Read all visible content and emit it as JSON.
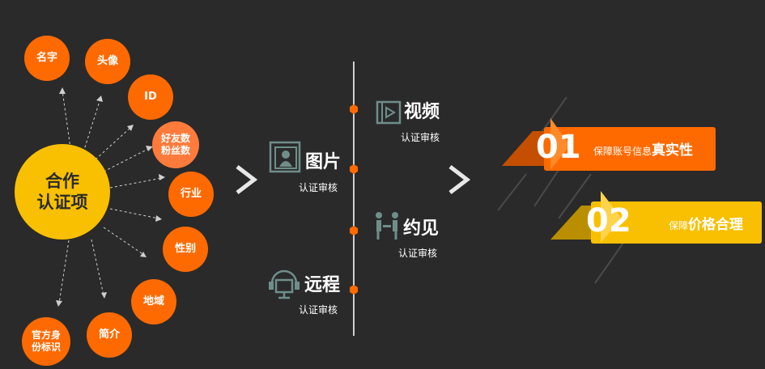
{
  "center": {
    "label": "合作\n认证项"
  },
  "items": [
    {
      "label": "名字"
    },
    {
      "label": "头像"
    },
    {
      "label": "ID"
    },
    {
      "label": "好友数\n粉丝数"
    },
    {
      "label": "行业"
    },
    {
      "label": "性别"
    },
    {
      "label": "地域"
    },
    {
      "label": "简介"
    },
    {
      "label": "官方身\n份标识"
    }
  ],
  "verify": [
    {
      "title": "视频",
      "sub": "认证审核",
      "icon": "video-icon"
    },
    {
      "title": "图片",
      "sub": "认证审核",
      "icon": "picture-icon"
    },
    {
      "title": "约见",
      "sub": "认证审核",
      "icon": "meeting-icon"
    },
    {
      "title": "远程",
      "sub": "认证审核",
      "icon": "remote-icon"
    }
  ],
  "guarantees": [
    {
      "num": "01",
      "prefix": "保障账号信息",
      "emphasis": "真实性",
      "color": "#ff6a00"
    },
    {
      "num": "02",
      "prefix": "保障",
      "emphasis": "价格合理",
      "color": "#f8c000"
    }
  ],
  "colors": {
    "orange": "#ff6a00",
    "light_orange": "#ff7b3c",
    "yellow": "#f8c000",
    "background": "#2a2a2a",
    "icon": "#6f8e8a"
  }
}
